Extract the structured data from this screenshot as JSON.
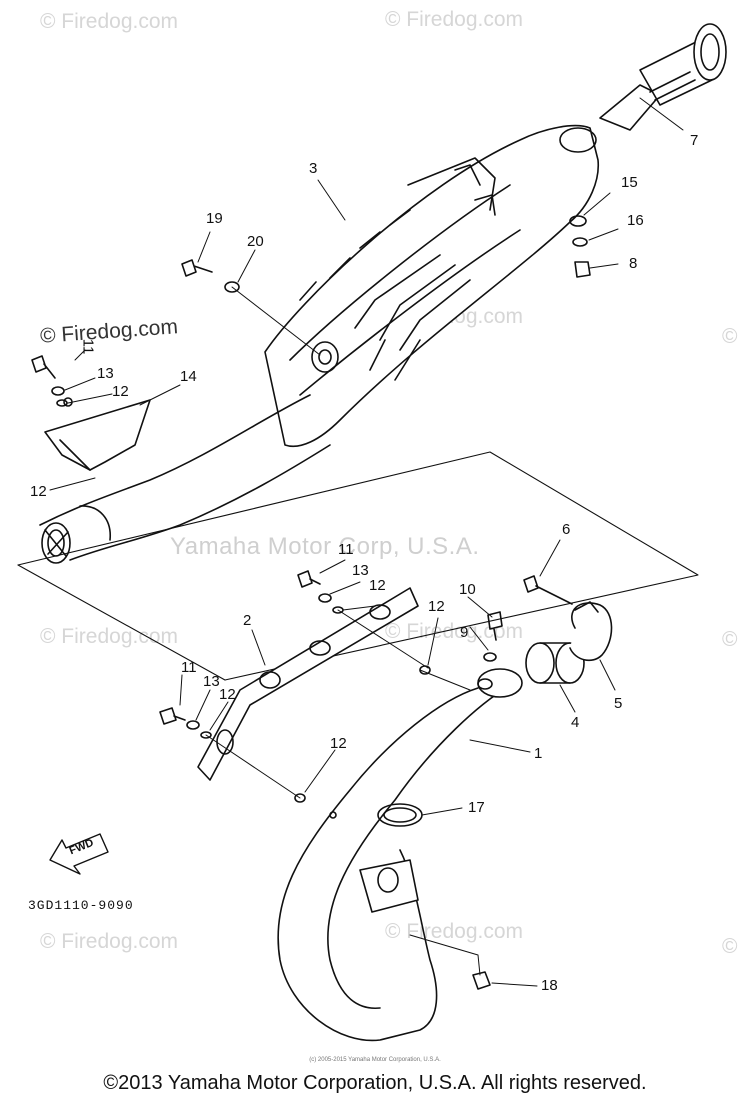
{
  "watermark": {
    "text": "© Firedog.com",
    "center_text": "Yamaha Motor Corp, U.S.A."
  },
  "diagram": {
    "part_code": "3GD1110-9090",
    "fwd_label": "FWD",
    "callouts": [
      "1",
      "2",
      "3",
      "4",
      "5",
      "6",
      "7",
      "8",
      "9",
      "10",
      "11",
      "12",
      "13",
      "14",
      "15",
      "16",
      "17",
      "18",
      "19",
      "20"
    ]
  },
  "footer": {
    "fine_print": "(c) 2005-2015 Yamaha Motor Corporation, U.S.A.",
    "copyright": "©2013 Yamaha Motor Corporation, U.S.A. All rights reserved."
  }
}
